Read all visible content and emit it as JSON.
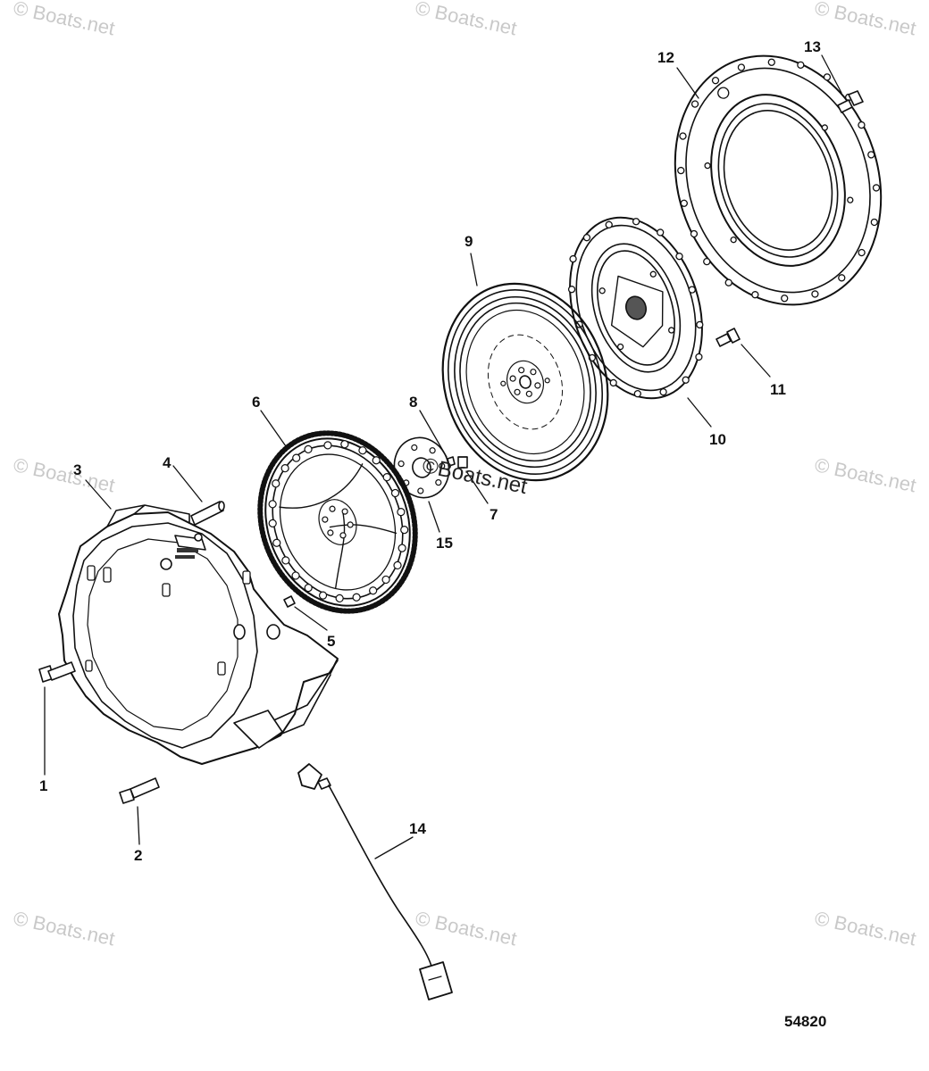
{
  "watermarks": {
    "text": "© Boats.net",
    "center_text": "©Boats.net"
  },
  "callouts": [
    {
      "label": "1"
    },
    {
      "label": "2"
    },
    {
      "label": "3"
    },
    {
      "label": "4"
    },
    {
      "label": "5"
    },
    {
      "label": "6"
    },
    {
      "label": "7"
    },
    {
      "label": "8"
    },
    {
      "label": "9"
    },
    {
      "label": "10"
    },
    {
      "label": "11"
    },
    {
      "label": "12"
    },
    {
      "label": "13"
    },
    {
      "label": "14"
    },
    {
      "label": "15"
    }
  ],
  "figure_number": "54820",
  "colors": {
    "line": "#111111",
    "watermark": "#c9c9c9"
  }
}
